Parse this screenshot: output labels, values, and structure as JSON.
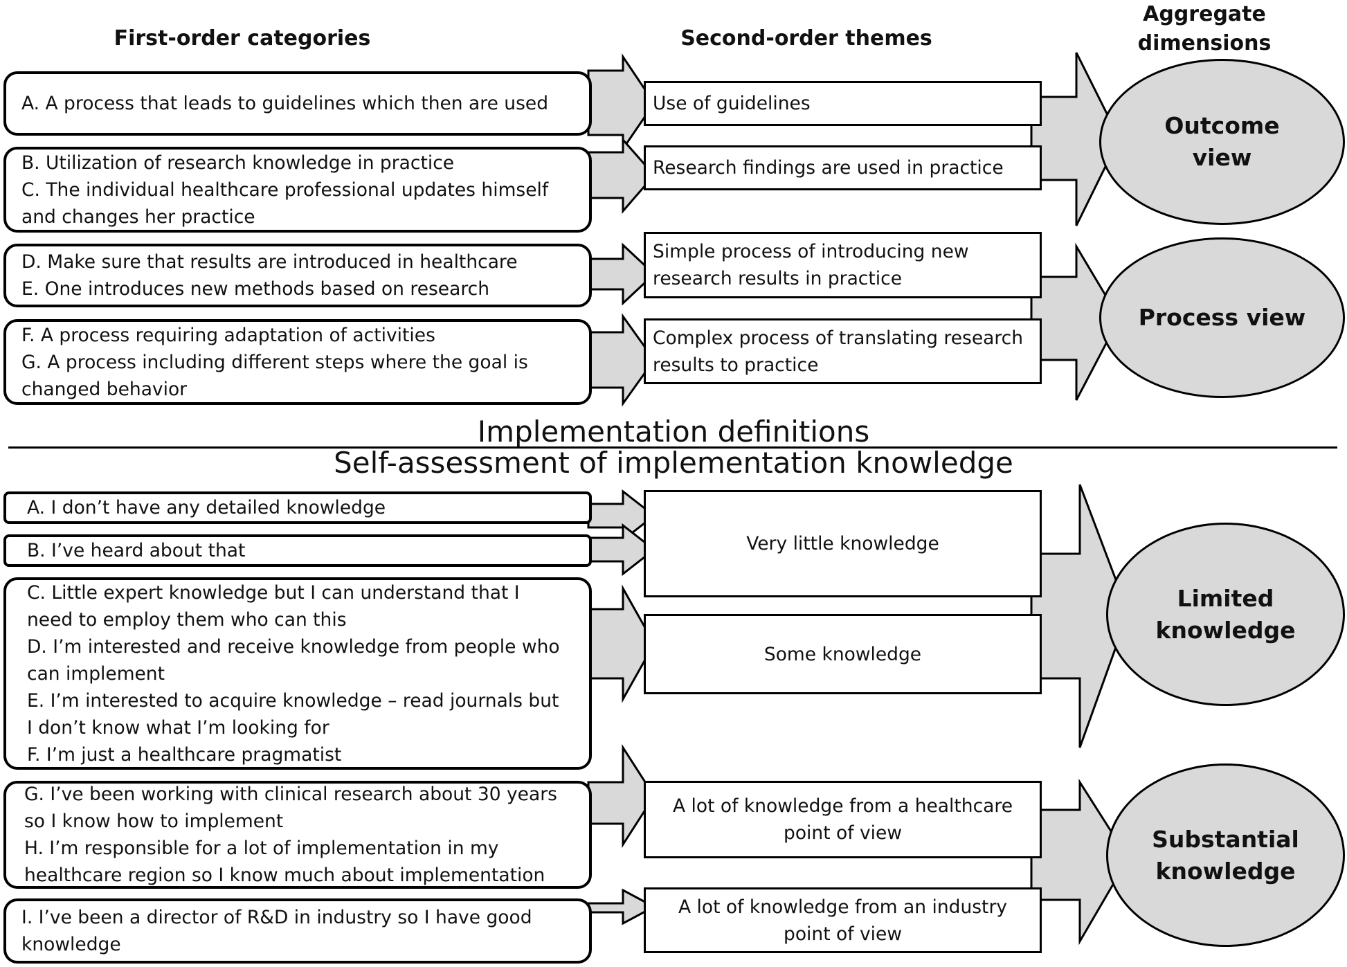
{
  "headers": {
    "first_order": "First-order categories",
    "second_order": "Second-order themes",
    "aggregate": "Aggregate\ndimensions"
  },
  "section1": {
    "title": "Implementation definitions",
    "categories": [
      [
        "A. A process that leads to guidelines which then are used"
      ],
      [
        "B. Utilization of research knowledge in practice",
        "C. The individual healthcare professional updates himself",
        "and changes her practice"
      ],
      [
        "D. Make sure that results are introduced  in healthcare",
        "E. One introduces new methods based on research"
      ],
      [
        "F. A process requiring adaptation of activities",
        "G. A process including different steps where the goal is",
        "changed behavior"
      ]
    ],
    "themes": [
      [
        "Use of guidelines"
      ],
      [
        "Research findings are used in practice"
      ],
      [
        "Simple process of introducing new",
        "research results in practice"
      ],
      [
        "Complex process of translating research",
        "results to practice"
      ]
    ],
    "dimensions": [
      "Outcome\nview",
      "Process view"
    ]
  },
  "section2": {
    "title": "Self-assessment of implementation knowledge",
    "categories": [
      [
        "A. I don’t  have any detailed knowledge"
      ],
      [
        "B. I’ve heard about that"
      ],
      [
        "C. Little expert knowledge but I can understand that I",
        "need to employ them who can this",
        "D. I’m interested and receive knowledge from people who",
        "can implement",
        "E. I’m interested to acquire knowledge – read journals but",
        "I don’t know what I’m looking for",
        "F. I’m just a healthcare pragmatist"
      ],
      [
        "G. I’ve been working with clinical research about 30 years",
        "so I know how to implement",
        "H. I’m responsible for a lot of implementation  in my",
        "healthcare region so I know much about implementation"
      ],
      [
        "I. I’ve been a director of R&D in industry so I have good",
        "knowledge"
      ]
    ],
    "themes": [
      [
        "Very little knowledge"
      ],
      [
        "Some  knowledge"
      ],
      [
        "A lot of knowledge from a healthcare",
        "point of view"
      ],
      [
        "A lot of knowledge from an industry",
        "point of view"
      ]
    ],
    "dimensions": [
      "Limited\nknowledge",
      "Substantial\nknowledge"
    ]
  },
  "colors": {
    "fill": "#d9d9d9",
    "stroke": "#000000",
    "background": "#ffffff"
  }
}
